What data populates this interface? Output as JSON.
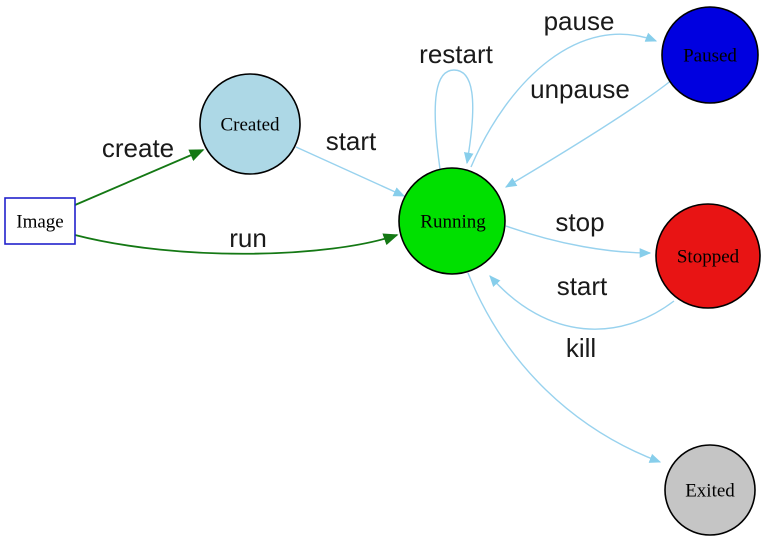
{
  "nodes": [
    {
      "id": "image",
      "label": "Image",
      "shape": "box",
      "fill": "#ffffff",
      "stroke": "#2222cc"
    },
    {
      "id": "created",
      "label": "Created",
      "shape": "circle",
      "fill": "#add8e6",
      "stroke": "#000000"
    },
    {
      "id": "running",
      "label": "Running",
      "shape": "circle",
      "fill": "#00e000",
      "stroke": "#000000"
    },
    {
      "id": "paused",
      "label": "Paused",
      "shape": "circle",
      "fill": "#0000e0",
      "stroke": "#000000"
    },
    {
      "id": "stopped",
      "label": "Stopped",
      "shape": "circle",
      "fill": "#e81414",
      "stroke": "#000000"
    },
    {
      "id": "exited",
      "label": "Exited",
      "shape": "circle",
      "fill": "#c5c5c5",
      "stroke": "#000000"
    }
  ],
  "edges": [
    {
      "from": "image",
      "to": "created",
      "label": "create",
      "color": "#147814"
    },
    {
      "from": "image",
      "to": "running",
      "label": "run",
      "color": "#147814"
    },
    {
      "from": "created",
      "to": "running",
      "label": "start",
      "color": "#98d2ee"
    },
    {
      "from": "running",
      "to": "running",
      "label": "restart",
      "color": "#98d2ee"
    },
    {
      "from": "running",
      "to": "paused",
      "label": "pause",
      "color": "#98d2ee"
    },
    {
      "from": "paused",
      "to": "running",
      "label": "unpause",
      "color": "#98d2ee"
    },
    {
      "from": "running",
      "to": "stopped",
      "label": "stop",
      "color": "#98d2ee"
    },
    {
      "from": "stopped",
      "to": "running",
      "label": "start",
      "color": "#98d2ee"
    },
    {
      "from": "running",
      "to": "exited",
      "label": "kill",
      "color": "#98d2ee"
    }
  ],
  "colors": {
    "background": "#ffffff",
    "edge_blue": "#98d2ee",
    "arrow_blue": "#87ceeb",
    "edge_green": "#147814",
    "node_border": "#000000",
    "image_box_border": "#2222cc",
    "node_text": "#000000",
    "edge_label_text": "#1a1a1a"
  }
}
